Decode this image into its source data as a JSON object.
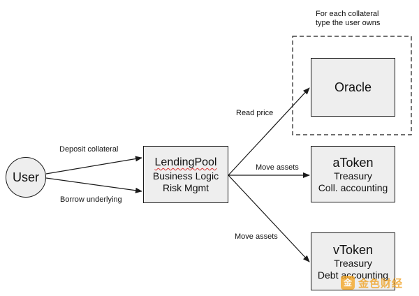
{
  "user": {
    "label": "User"
  },
  "note": {
    "line1": "For each collateral",
    "line2": "type the user owns"
  },
  "lending_pool": {
    "line1": "LendingPool",
    "line2": "Business Logic",
    "line3": "Risk Mgmt"
  },
  "oracle": {
    "title": "Oracle"
  },
  "atoken": {
    "title": "aToken",
    "line2": "Treasury",
    "line3": "Coll. accounting"
  },
  "vtoken": {
    "title": "vToken",
    "line2": "Treasury",
    "line3": "Debt accounting"
  },
  "edges": {
    "deposit": "Deposit collateral",
    "borrow": "Borrow underlying",
    "read_price": "Read price",
    "move_assets_atoken": "Move assets",
    "move_assets_vtoken": "Move assets"
  },
  "watermark": {
    "mark": "金",
    "text": "金色财经"
  },
  "colors": {
    "box_fill": "#eeeeee",
    "stroke": "#1a1a1a",
    "squiggle": "#dd3333",
    "watermark": "#f0a01e"
  }
}
